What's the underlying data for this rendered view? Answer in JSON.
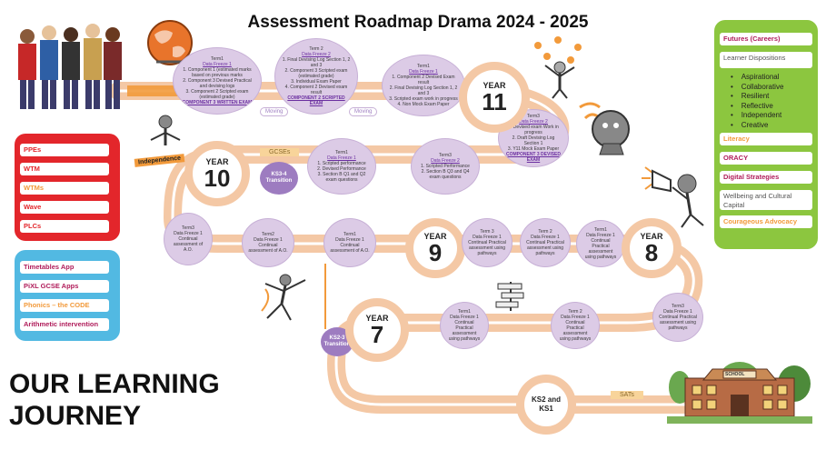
{
  "title": "Assessment Roadmap Drama 2024 - 2025",
  "journey_line1": "OUR LEARNING",
  "journey_line2": "JOURNEY",
  "colors": {
    "road": "#f4c8a5",
    "lavender": "#dccbe6",
    "purple": "#6b2fa0",
    "red_panel": "#e3262b",
    "blue_panel": "#52b9e2",
    "green_panel": "#8cc63f"
  },
  "years": {
    "y11": {
      "label": "YEAR",
      "num": "11"
    },
    "y10": {
      "label": "YEAR",
      "num": "10"
    },
    "y9": {
      "label": "YEAR",
      "num": "9"
    },
    "y8": {
      "label": "YEAR",
      "num": "8"
    },
    "y7": {
      "label": "YEAR",
      "num": "7"
    },
    "ks2": "KS2 and KS1"
  },
  "tags": {
    "gcses": "GCSEs",
    "sats": "SATs"
  },
  "transitions": {
    "ks45": "KS3-4 Transition",
    "ks23": "KS2-3 Transition"
  },
  "arrows": {
    "a1": "Moving",
    "a2": "Moving"
  },
  "bubbles": {
    "y11t1": {
      "term": "Term1",
      "head": "Data Freeze 1",
      "lines": [
        "1. Component 1 (estimated marks based on previous marks",
        "2. Component 3 Devised Practical and devising logs",
        "3. Component 2 Scripted exam (estimated grade)"
      ],
      "foot": "COMPONENT 3 WRITTEN EXAM"
    },
    "y11t2": {
      "term": "Term 2",
      "head": "Data Freeze 2",
      "lines": [
        "1. Final Devising Log Section 1, 2 and 3",
        "2. Component 3 Scripted exam (estimated grade)",
        "3. Individual Exam Paper",
        "4. Component 2 Devised exam result"
      ],
      "foot": "COMPONENT 2 SCRIPTED EXAM"
    },
    "y11t3": {
      "term": "Term1",
      "head": "Data Freeze 1",
      "lines": [
        "1. Component 2 Devised Exam result",
        "2. Final Devising Log Section 1, 2 and 3",
        "3. Scripted exam work in progress",
        "4. Non Mock Exam Paper"
      ],
      "foot": ""
    },
    "y11t4": {
      "term": "Term3",
      "head": "Data Freeze 2",
      "lines": [
        "1. Devised exam Work in progress",
        "2. Draft Devising Log Section 1",
        "3. Y11 Mock Exam Paper"
      ],
      "foot": "COMPONENT 3 DEVISED EXAM"
    },
    "y10t1": {
      "term": "Term1",
      "head": "Data Freeze 1",
      "lines": [
        "1. Scripted performance",
        "2. Devised Performance",
        "3. Section B Q1 and Q2 exam questions"
      ],
      "foot": ""
    },
    "y10t2": {
      "term": "Term3",
      "head": "Data Freeze 2",
      "lines": [
        "1. Scripted Performance",
        "2. Section B Q3 and Q4 exam questions"
      ],
      "foot": ""
    },
    "y9t1": {
      "term": "Term3",
      "head": "Data Freeze 1",
      "lines": [
        "Continual assessment of A.O."
      ],
      "foot": ""
    },
    "y9t2": {
      "term": "Term2",
      "head": "Data Freeze 1",
      "lines": [
        "Continual assessment of A.O."
      ],
      "foot": ""
    },
    "y9t3": {
      "term": "Term1",
      "head": "Data Freeze 1",
      "lines": [
        "Continual assessment of A.O."
      ],
      "foot": ""
    },
    "y8t1": {
      "term": "Term 3",
      "head": "Data Freeze 1",
      "lines": [
        "Continual Practical assessment using pathways"
      ],
      "foot": ""
    },
    "y8t2": {
      "term": "Term 2",
      "head": "Data Freeze 1",
      "lines": [
        "Continual Practical assessment using pathways"
      ],
      "foot": ""
    },
    "y8t3": {
      "term": "Term1",
      "head": "Data Freeze 1",
      "lines": [
        "Continual Practical assessment using pathways"
      ],
      "foot": ""
    },
    "y7t1": {
      "term": "Term1",
      "head": "Data Freeze 1",
      "lines": [
        "Continual Practical assessment using pathways"
      ],
      "foot": ""
    },
    "y7t2": {
      "term": "Term 2",
      "head": "Data Freeze 1",
      "lines": [
        "Continual Practical assessment using pathways"
      ],
      "foot": ""
    },
    "y7t3": {
      "term": "Term3",
      "head": "Data Freeze 1",
      "lines": [
        "Continual Practical assessment using pathways"
      ],
      "foot": ""
    }
  },
  "red_panel": [
    "PPEs",
    "WTM",
    "WTMs",
    "Wave",
    "PLCs"
  ],
  "blue_panel": [
    "Timetables App",
    "PiXL GCSE Apps",
    "Phonics – the CODE",
    "Arithmetic intervention"
  ],
  "green_panel": {
    "futures": "Futures (Careers)",
    "dispositions": "Learner Dispositions",
    "list": [
      "Aspirational",
      "Collaborative",
      "Resilient",
      "Reflective",
      "Independent",
      "Creative"
    ],
    "literacy": "Literacy",
    "oracy": "ORACY",
    "digital": "Digital Strategies",
    "wellbeing": "Wellbeing and Cultural Capital",
    "advocacy": "Courageous Advocacy"
  },
  "independence": "Independence",
  "school_sign": "SCHOOL"
}
